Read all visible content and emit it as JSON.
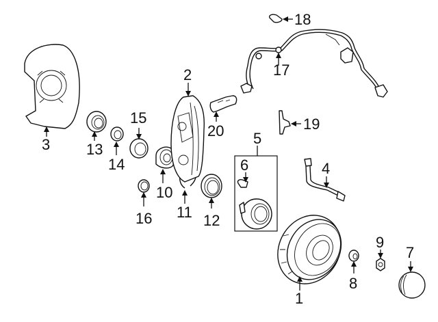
{
  "diagram": {
    "title": "Front brake and hub assembly exploded view",
    "colors": {
      "line": "#111111",
      "background": "#ffffff"
    },
    "callouts": [
      {
        "id": "1",
        "label": "1",
        "part": "disc-rotor"
      },
      {
        "id": "2",
        "label": "2",
        "part": "brake-caliper"
      },
      {
        "id": "3",
        "label": "3",
        "part": "dust-shield"
      },
      {
        "id": "4",
        "label": "4",
        "part": "brake-hose"
      },
      {
        "id": "5",
        "label": "5",
        "part": "hub-assembly"
      },
      {
        "id": "6",
        "label": "6",
        "part": "hub-bolt"
      },
      {
        "id": "7",
        "label": "7",
        "part": "grease-cap"
      },
      {
        "id": "8",
        "label": "8",
        "part": "lug-nut"
      },
      {
        "id": "9",
        "label": "9",
        "part": "lock-nut"
      },
      {
        "id": "10",
        "label": "10",
        "part": "wheel-bearing"
      },
      {
        "id": "11",
        "label": "11",
        "part": "snap-ring"
      },
      {
        "id": "12",
        "label": "12",
        "part": "oil-seal"
      },
      {
        "id": "13",
        "label": "13",
        "part": "inner-seal"
      },
      {
        "id": "14",
        "label": "14",
        "part": "spacer"
      },
      {
        "id": "15",
        "label": "15",
        "part": "inner-bearing"
      },
      {
        "id": "16",
        "label": "16",
        "part": "washer"
      },
      {
        "id": "17",
        "label": "17",
        "part": "abs-sensor-wire"
      },
      {
        "id": "18",
        "label": "18",
        "part": "clip"
      },
      {
        "id": "19",
        "label": "19",
        "part": "bracket"
      },
      {
        "id": "20",
        "label": "20",
        "part": "brake-pad-clip"
      }
    ]
  }
}
